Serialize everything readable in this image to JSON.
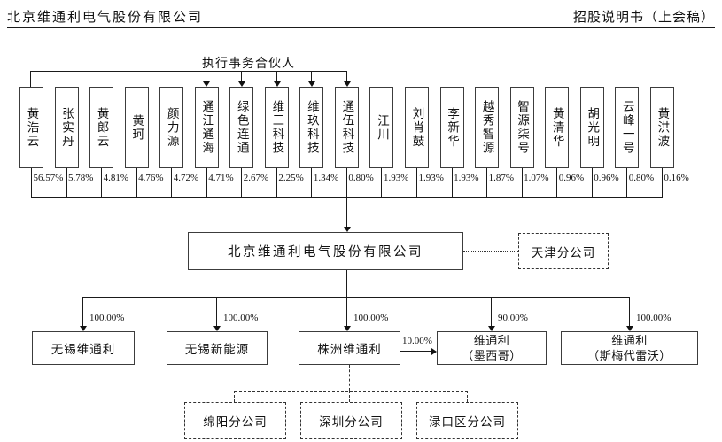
{
  "header": {
    "company": "北京维通利电气股份有限公司",
    "doc_type": "招股说明书（上会稿）"
  },
  "diagram": {
    "executive_partner_label": "执行事务合伙人",
    "shareholders": [
      {
        "name": "黄浩云",
        "pct": "56.57%"
      },
      {
        "name": "张实丹",
        "pct": "5.78%"
      },
      {
        "name": "黄郎云",
        "pct": "4.81%"
      },
      {
        "name": "黄珂",
        "pct": "4.76%"
      },
      {
        "name": "颜力源",
        "pct": "4.72%"
      },
      {
        "name": "通江通海",
        "pct": "4.71%"
      },
      {
        "name": "绿色连通",
        "pct": "2.67%"
      },
      {
        "name": "维三科技",
        "pct": "2.25%"
      },
      {
        "name": "维玖科技",
        "pct": "1.34%"
      },
      {
        "name": "通伍科技",
        "pct": "0.80%"
      },
      {
        "name": "江川",
        "pct": "1.93%"
      },
      {
        "name": "刘肖鼓",
        "pct": "1.93%"
      },
      {
        "name": "李新华",
        "pct": "1.93%"
      },
      {
        "name": "越秀智源",
        "pct": "1.87%"
      },
      {
        "name": "智源柒号",
        "pct": "1.07%"
      },
      {
        "name": "黄清华",
        "pct": "0.96%"
      },
      {
        "name": "胡光明",
        "pct": "0.96%"
      },
      {
        "name": "云峰一号",
        "pct": "0.80%"
      },
      {
        "name": "黄洪波",
        "pct": "0.16%"
      }
    ],
    "company_box": "北京维通利电气股份有限公司",
    "tianjin_branch": "天津分公司",
    "subsidiaries": [
      {
        "name": "无锡维通利",
        "pct": "100.00%"
      },
      {
        "name": "无锡新能源",
        "pct": "100.00%"
      },
      {
        "name": "株洲维通利",
        "pct": "100.00%"
      },
      {
        "name": "维通利",
        "sub": "（墨西哥）",
        "pct": "90.00%"
      },
      {
        "name": "维通利",
        "sub": "（斯梅代雷沃）",
        "pct": "100.00%"
      }
    ],
    "cross_holding_pct": "10.00%",
    "branches": [
      {
        "name": "绵阳分公司"
      },
      {
        "name": "深圳分公司"
      },
      {
        "name": "渌口区分公司"
      }
    ]
  }
}
